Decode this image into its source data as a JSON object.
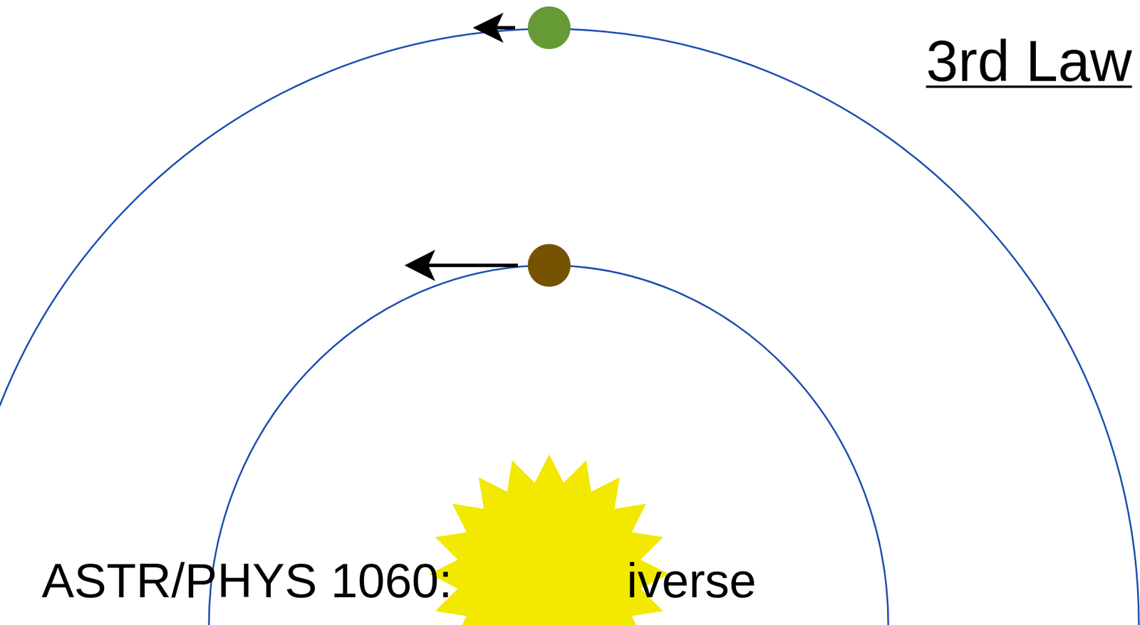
{
  "diagram": {
    "title": "3rd Law",
    "labels": [
      "ASTR/PHYS 1060:",
      "iverse"
    ]
  }
}
